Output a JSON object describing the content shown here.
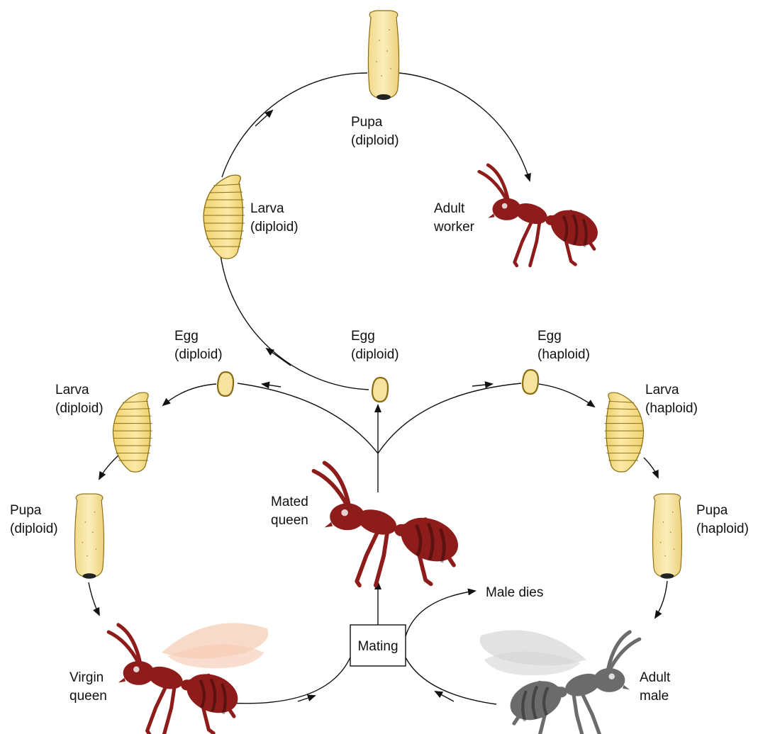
{
  "labels": {
    "top_pupa": [
      "Pupa",
      "(diploid)"
    ],
    "top_larva": [
      "Larva",
      "(diploid)"
    ],
    "adult_worker": [
      "Adult",
      "worker"
    ],
    "egg_left": [
      "Egg",
      "(diploid)"
    ],
    "egg_center": [
      "Egg",
      "(diploid)"
    ],
    "egg_right": [
      "Egg",
      "(haploid)"
    ],
    "larva_left": [
      "Larva",
      "(diploid)"
    ],
    "larva_right": [
      "Larva",
      "(haploid)"
    ],
    "pupa_left": [
      "Pupa",
      "(diploid)"
    ],
    "pupa_right": [
      "Pupa",
      "(haploid)"
    ],
    "mated_queen": [
      "Mated",
      "queen"
    ],
    "virgin_queen": [
      "Virgin",
      "queen"
    ],
    "adult_male": [
      "Adult",
      "male"
    ],
    "male_dies": "Male dies",
    "mating": "Mating"
  },
  "colors": {
    "ant_red": "#8e1c1a",
    "ant_dark": "#5a0f0e",
    "male_gray": "#6b6b6b",
    "larva_fill": "#f5df8a",
    "larva_stroke": "#8a6d12",
    "pupa_fill": "#f7e3a0",
    "egg_fill": "#f7e3a0",
    "egg_stroke": "#8a6d12",
    "wing_queen": "#f6cdb6",
    "wing_male": "#d6d6d6"
  }
}
